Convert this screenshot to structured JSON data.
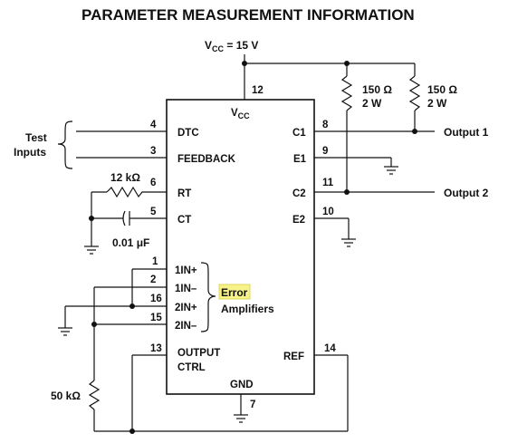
{
  "title": "PARAMETER MEASUREMENT INFORMATION",
  "supply": {
    "prefix": "V",
    "sub": "CC",
    "rest": " = 15 V"
  },
  "chip": {
    "vcc_pin": "12",
    "vcc_label_main": "V",
    "vcc_label_sub": "CC",
    "gnd_label": "GND",
    "gnd_pin": "7",
    "left_pins": [
      {
        "num": "4",
        "name": "DTC"
      },
      {
        "num": "3",
        "name": "FEEDBACK"
      },
      {
        "num": "6",
        "name": "RT"
      },
      {
        "num": "5",
        "name": "CT"
      },
      {
        "num": "1",
        "name": "1IN+"
      },
      {
        "num": "2",
        "name": "1IN–"
      },
      {
        "num": "16",
        "name": "2IN+"
      },
      {
        "num": "15",
        "name": "2IN–"
      },
      {
        "num": "13",
        "name": "OUTPUT"
      }
    ],
    "output_ctrl_line2": "CTRL",
    "right_pins": [
      {
        "num": "8",
        "name": "C1"
      },
      {
        "num": "9",
        "name": "E1"
      },
      {
        "num": "11",
        "name": "C2"
      },
      {
        "num": "10",
        "name": "E2"
      },
      {
        "num": "14",
        "name": "REF"
      }
    ]
  },
  "test_inputs": {
    "line1": "Test",
    "line2": "Inputs"
  },
  "rt_resistor": "12 kΩ",
  "ct_capacitor": {
    "value": "0.01 ",
    "unit": "μF"
  },
  "pot_resistor": "50 kΩ",
  "load_resistors": [
    {
      "value": "150 Ω",
      "power": "2 W"
    },
    {
      "value": "150 Ω",
      "power": "2 W"
    }
  ],
  "outputs": [
    "Output 1",
    "Output 2"
  ],
  "error_amplifiers": {
    "line1": "Error",
    "line2": "Amplifiers"
  },
  "colors": {
    "ink": "#111111",
    "highlight": "#f7f28a"
  }
}
